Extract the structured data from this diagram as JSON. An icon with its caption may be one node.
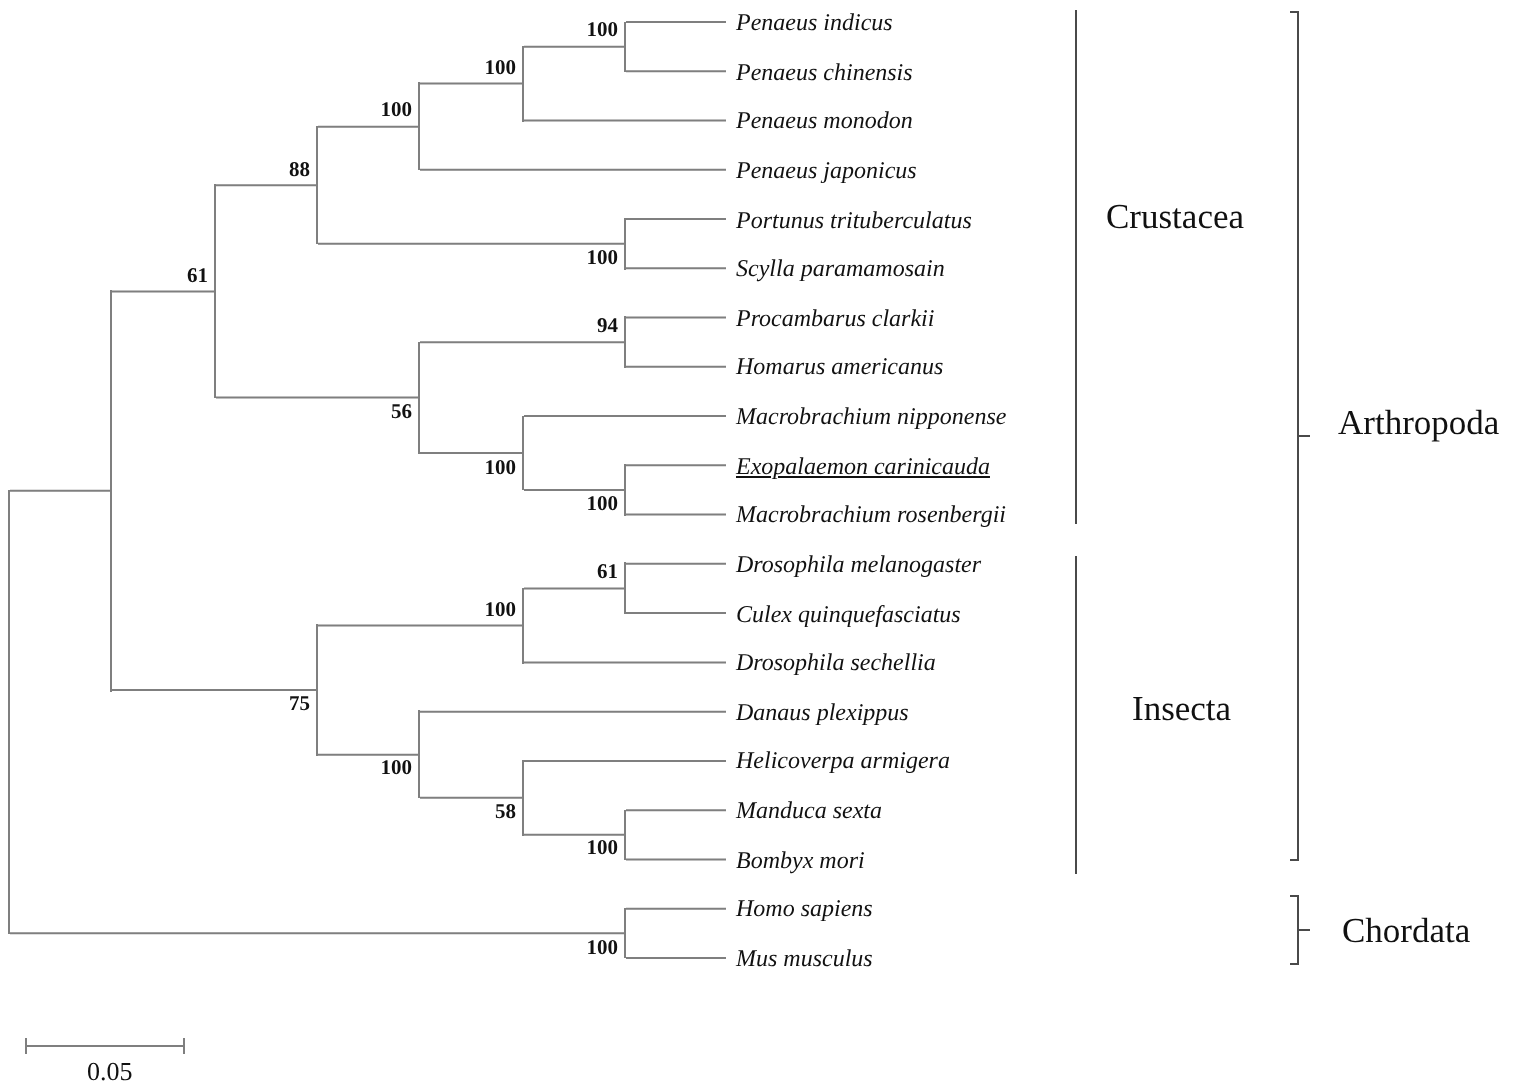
{
  "diagram": {
    "nodes": [
      {
        "text": [],
        "shape": "bar"
      },
      {
        "text": [],
        "shape": "bar"
      },
      {
        "text": [],
        "shape": "bar",
        "beside": [
          "61"
        ]
      },
      {
        "text": [],
        "shape": "bar",
        "beside": [
          "88"
        ]
      },
      {
        "text": [],
        "shape": "bar",
        "beside": [
          "100"
        ]
      },
      {
        "text": [],
        "shape": "bar",
        "beside": [
          "100"
        ]
      },
      {
        "text": [],
        "shape": "bar",
        "beside": [
          "100"
        ]
      },
      {
        "text": [
          "Penaeus indicus"
        ]
      },
      {
        "text": [
          "Penaeus chinensis"
        ]
      },
      {
        "text": [
          "Penaeus monodon"
        ]
      },
      {
        "text": [
          "Penaeus japonicus"
        ]
      },
      {
        "text": [],
        "shape": "bar",
        "beside": [
          "100"
        ]
      },
      {
        "text": [
          "Portunus trituberculatus"
        ]
      },
      {
        "text": [
          "Scylla paramamosain"
        ]
      },
      {
        "text": [],
        "shape": "bar",
        "beside": [
          "56"
        ]
      },
      {
        "text": [],
        "shape": "bar",
        "beside": [
          "94"
        ]
      },
      {
        "text": [
          "Procambarus clarkii"
        ]
      },
      {
        "text": [
          "Homarus americanus"
        ]
      },
      {
        "text": [],
        "shape": "bar",
        "beside": [
          "100"
        ]
      },
      {
        "text": [
          "Macrobrachium nipponense"
        ]
      },
      {
        "text": [],
        "shape": "bar",
        "beside": [
          "100"
        ]
      },
      {
        "text": [
          "Exopalaemon carinicauda"
        ]
      },
      {
        "text": [
          "Macrobrachium rosenbergii"
        ]
      },
      {
        "text": [],
        "shape": "bar",
        "beside": [
          "75"
        ]
      },
      {
        "text": [],
        "shape": "bar",
        "beside": [
          "100"
        ]
      },
      {
        "text": [],
        "shape": "bar",
        "beside": [
          "61"
        ]
      },
      {
        "text": [
          "Drosophila melanogaster"
        ]
      },
      {
        "text": [
          "Culex quinquefasciatus"
        ]
      },
      {
        "text": [
          "Drosophila sechellia"
        ]
      },
      {
        "text": [],
        "shape": "bar",
        "beside": [
          "100"
        ]
      },
      {
        "text": [
          "Danaus plexippus"
        ]
      },
      {
        "text": [],
        "shape": "bar",
        "beside": [
          "58"
        ]
      },
      {
        "text": [
          "Helicoverpa armigera"
        ]
      },
      {
        "text": [],
        "shape": "bar",
        "beside": [
          "100"
        ]
      },
      {
        "text": [
          "Manduca sexta"
        ]
      },
      {
        "text": [
          "Bombyx mori"
        ]
      },
      {
        "text": [],
        "shape": "bar",
        "beside": [
          "100"
        ]
      },
      {
        "text": [
          "Homo sapiens"
        ]
      },
      {
        "text": [
          "Mus musculus"
        ]
      }
    ],
    "edges": [
      {
        "from": 0,
        "to": 1,
        "arrow": "none"
      },
      {
        "from": 0,
        "to": 36,
        "arrow": "none"
      },
      {
        "from": 1,
        "to": 2,
        "arrow": "none"
      },
      {
        "from": 1,
        "to": 23,
        "arrow": "none"
      },
      {
        "from": 2,
        "to": 3,
        "arrow": "none"
      },
      {
        "from": 2,
        "to": 14,
        "arrow": "none"
      },
      {
        "from": 3,
        "to": 4,
        "arrow": "none"
      },
      {
        "from": 3,
        "to": 11,
        "arrow": "none"
      },
      {
        "from": 4,
        "to": 5,
        "arrow": "none"
      },
      {
        "from": 4,
        "to": 10,
        "arrow": "none"
      },
      {
        "from": 5,
        "to": 6,
        "arrow": "none"
      },
      {
        "from": 5,
        "to": 9,
        "arrow": "none"
      },
      {
        "from": 6,
        "to": 7,
        "arrow": "none"
      },
      {
        "from": 6,
        "to": 8,
        "arrow": "none"
      },
      {
        "from": 11,
        "to": 12,
        "arrow": "none"
      },
      {
        "from": 11,
        "to": 13,
        "arrow": "none"
      },
      {
        "from": 14,
        "to": 15,
        "arrow": "none"
      },
      {
        "from": 14,
        "to": 18,
        "arrow": "none"
      },
      {
        "from": 15,
        "to": 16,
        "arrow": "none"
      },
      {
        "from": 15,
        "to": 17,
        "arrow": "none"
      },
      {
        "from": 18,
        "to": 19,
        "arrow": "none"
      },
      {
        "from": 18,
        "to": 20,
        "arrow": "none"
      },
      {
        "from": 20,
        "to": 21,
        "arrow": "none"
      },
      {
        "from": 20,
        "to": 22,
        "arrow": "none"
      },
      {
        "from": 23,
        "to": 24,
        "arrow": "none"
      },
      {
        "from": 23,
        "to": 29,
        "arrow": "none"
      },
      {
        "from": 24,
        "to": 25,
        "arrow": "none"
      },
      {
        "from": 24,
        "to": 28,
        "arrow": "none"
      },
      {
        "from": 25,
        "to": 26,
        "arrow": "none"
      },
      {
        "from": 25,
        "to": 27,
        "arrow": "none"
      },
      {
        "from": 29,
        "to": 30,
        "arrow": "none"
      },
      {
        "from": 29,
        "to": 31,
        "arrow": "none"
      },
      {
        "from": 31,
        "to": 32,
        "arrow": "none"
      },
      {
        "from": 31,
        "to": 33,
        "arrow": "none"
      },
      {
        "from": 33,
        "to": 34,
        "arrow": "none"
      },
      {
        "from": 33,
        "to": 35,
        "arrow": "none"
      },
      {
        "from": 36,
        "to": 37,
        "arrow": "none"
      },
      {
        "from": 36,
        "to": 38,
        "arrow": "none"
      }
    ],
    "labels": [
      "Crustacea",
      "Arthropoda",
      "Insecta",
      "Chordata",
      "0.05"
    ]
  }
}
